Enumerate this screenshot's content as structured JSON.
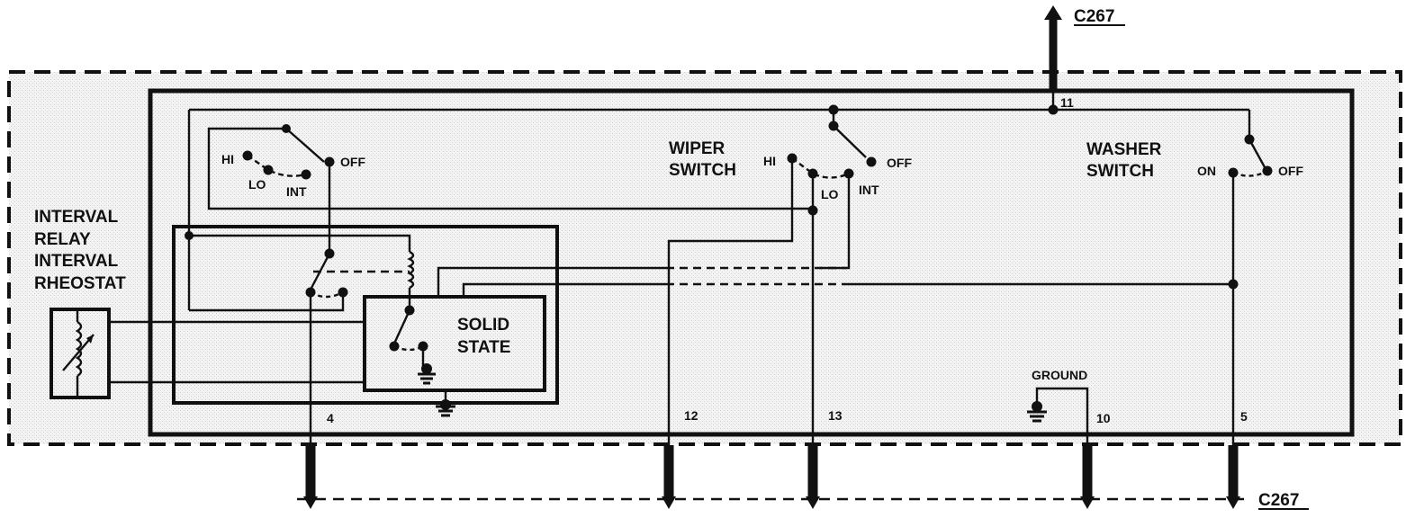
{
  "connector_top": "C267",
  "connector_bottom": "C267",
  "interval_label": [
    "INTERVAL",
    "RELAY",
    "INTERVAL",
    "RHEOSTAT"
  ],
  "solid_state": [
    "SOLID",
    "STATE"
  ],
  "wiper_switch": [
    "WIPER",
    "SWITCH"
  ],
  "washer_switch": [
    "WASHER",
    "SWITCH"
  ],
  "positions": {
    "hi": "HI",
    "lo": "LO",
    "int": "INT",
    "off": "OFF",
    "on": "ON"
  },
  "ground_label": "GROUND",
  "pins": {
    "p11": "11",
    "p4": "4",
    "p12": "12",
    "p13": "13",
    "p10": "10",
    "p5": "5"
  }
}
